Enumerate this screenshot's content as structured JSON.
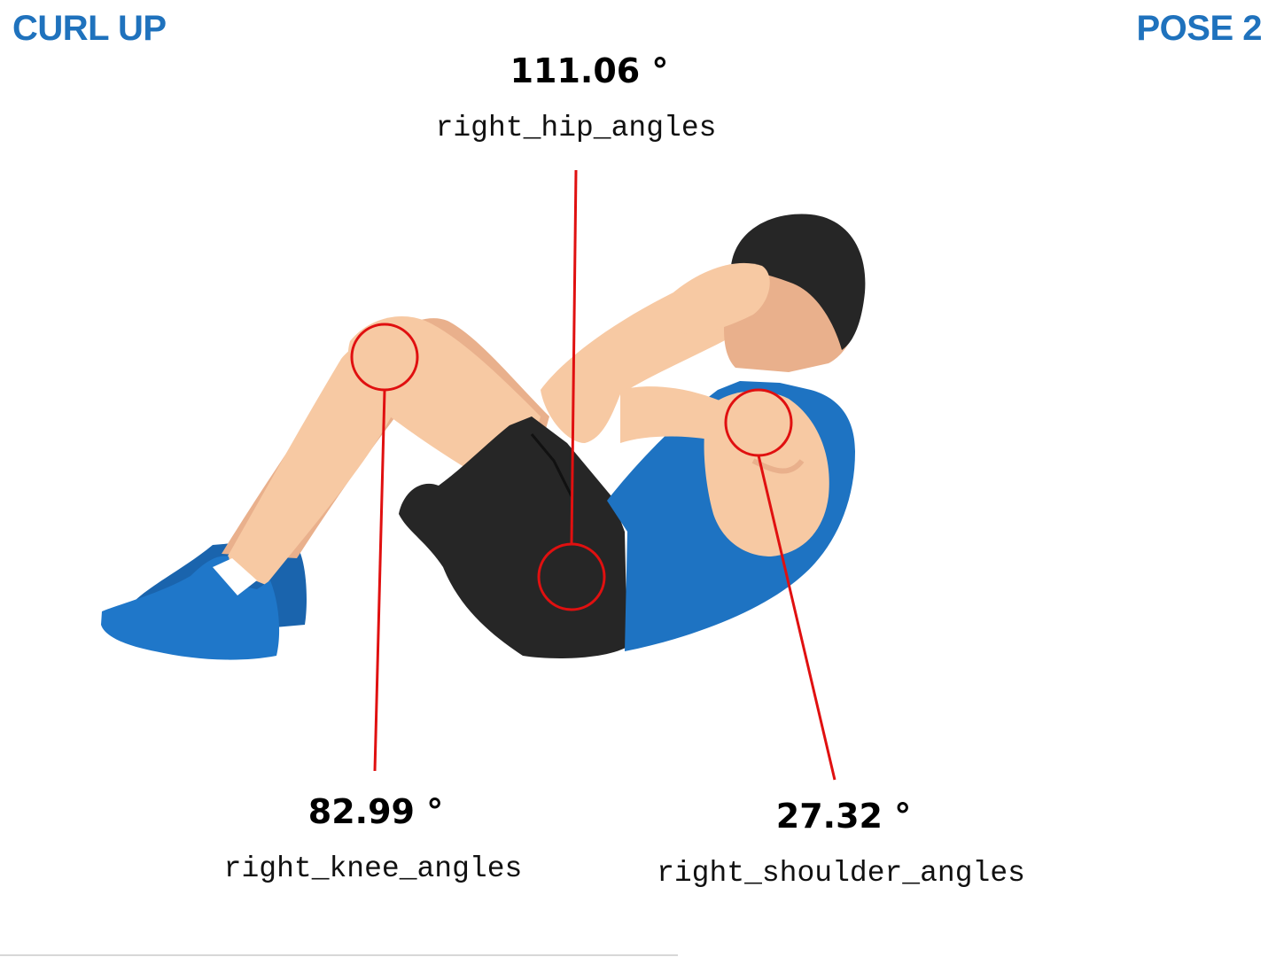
{
  "header": {
    "exercise_title": "CURL UP",
    "pose_title": "POSE 2"
  },
  "colors": {
    "title_blue": "#1f72bd",
    "marker_red": "#e01010",
    "skin": "#f7c9a3",
    "skin_shade": "#e9b08c",
    "hair": "#262626",
    "shirt_blue": "#1e73c2",
    "shorts_black": "#262626",
    "shoe_blue": "#1f77c9"
  },
  "annotations": {
    "hip": {
      "value": "111.06 °",
      "label": "right_hip_angles"
    },
    "knee": {
      "value": "82.99 °",
      "label": "right_knee_angles"
    },
    "shoulder": {
      "value": "27.32 °",
      "label": "right_shoulder_angles"
    }
  },
  "figure": {
    "description_icon": "person-doing-curl-up-icon"
  }
}
